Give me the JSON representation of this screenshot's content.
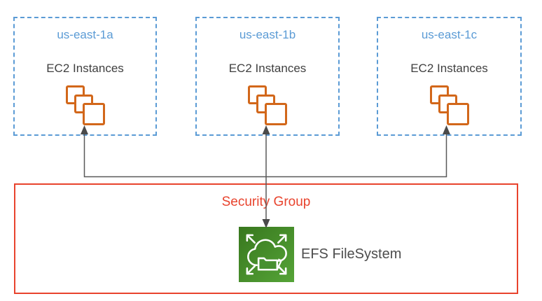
{
  "diagram": {
    "zones": [
      {
        "title": "us-east-1a",
        "label": "EC2 Instances"
      },
      {
        "title": "us-east-1b",
        "label": "EC2 Instances"
      },
      {
        "title": "us-east-1c",
        "label": "EC2 Instances"
      }
    ],
    "security_group": {
      "label": "Security Group"
    },
    "efs": {
      "label": "EFS FileSystem"
    },
    "icons": {
      "ec2": "ec2-instances-icon",
      "efs": "efs-filesystem-icon",
      "arrows": "bidirectional-connector-arrows"
    },
    "colors": {
      "zone_border": "#5B9BD5",
      "zone_title": "#5B9BD5",
      "text_dark": "#404040",
      "ec2_orange": "#D2671A",
      "connector_gray": "#595959",
      "security_red": "#E8432D",
      "efs_green_dark": "#38771E",
      "efs_green_light": "#55A437"
    }
  }
}
